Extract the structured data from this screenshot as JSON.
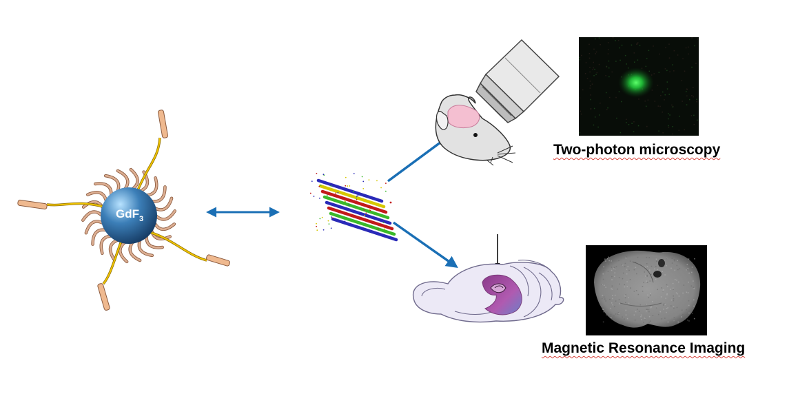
{
  "nanoparticle": {
    "core_label": "GdF",
    "core_subscript": "3"
  },
  "labels": {
    "two_photon": "Two-photon microscopy",
    "mri": "Magnetic Resonance Imaging"
  },
  "colors": {
    "arrow": "#1a6fb5",
    "core": "#3c7fb8",
    "ligand": "#d9a98c",
    "peg_chain": "#e3b800",
    "fluorescence": "#31e04a",
    "brain_region": "#a34fa3"
  }
}
